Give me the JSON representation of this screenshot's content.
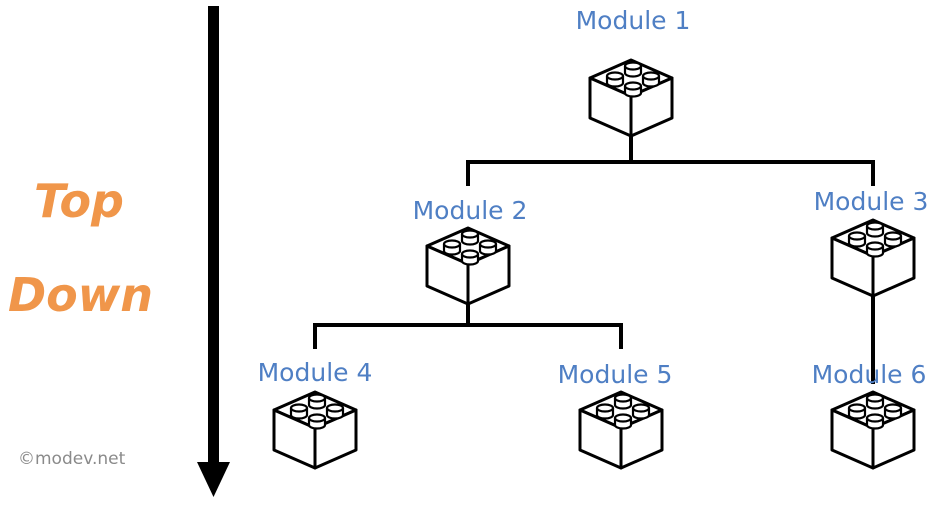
{
  "side_text": {
    "line1": "Top",
    "line2": "Down"
  },
  "modules": [
    {
      "id": "m1",
      "label": "Module 1"
    },
    {
      "id": "m2",
      "label": "Module 2"
    },
    {
      "id": "m3",
      "label": "Module 3"
    },
    {
      "id": "m4",
      "label": "Module 4"
    },
    {
      "id": "m5",
      "label": "Module 5"
    },
    {
      "id": "m6",
      "label": "Module 6"
    }
  ],
  "edges": [
    {
      "from": "m1",
      "to": "m2"
    },
    {
      "from": "m1",
      "to": "m3"
    },
    {
      "from": "m2",
      "to": "m4"
    },
    {
      "from": "m2",
      "to": "m5"
    },
    {
      "from": "m3",
      "to": "m6"
    }
  ],
  "watermark": "©modev.net",
  "colors": {
    "accent": "#f0964a",
    "label": "#4f7fc4",
    "line": "#000000"
  },
  "icons": {
    "module": "lego-brick-icon",
    "direction": "down-arrow-icon"
  }
}
